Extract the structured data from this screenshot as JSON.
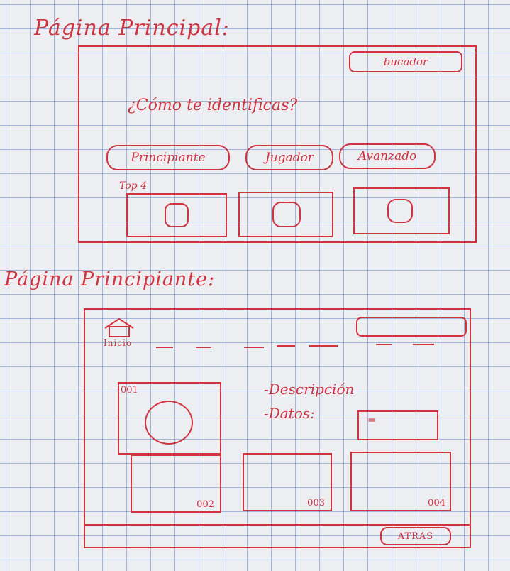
{
  "main_page": {
    "title": "Página Principal:",
    "search_label": "bucador",
    "question": "¿Cómo te identificas?",
    "levels": [
      "Principiante",
      "Jugador",
      "Avanzado"
    ],
    "top_label": "Top 4"
  },
  "beginner_page": {
    "title": "Página Principiante:",
    "home_label": "Inicio",
    "description_label": "-Descripción",
    "data_label": "-Datos:",
    "data_value": "=",
    "cards": [
      "001",
      "002",
      "003",
      "004"
    ],
    "back_label": "ATRAS"
  }
}
